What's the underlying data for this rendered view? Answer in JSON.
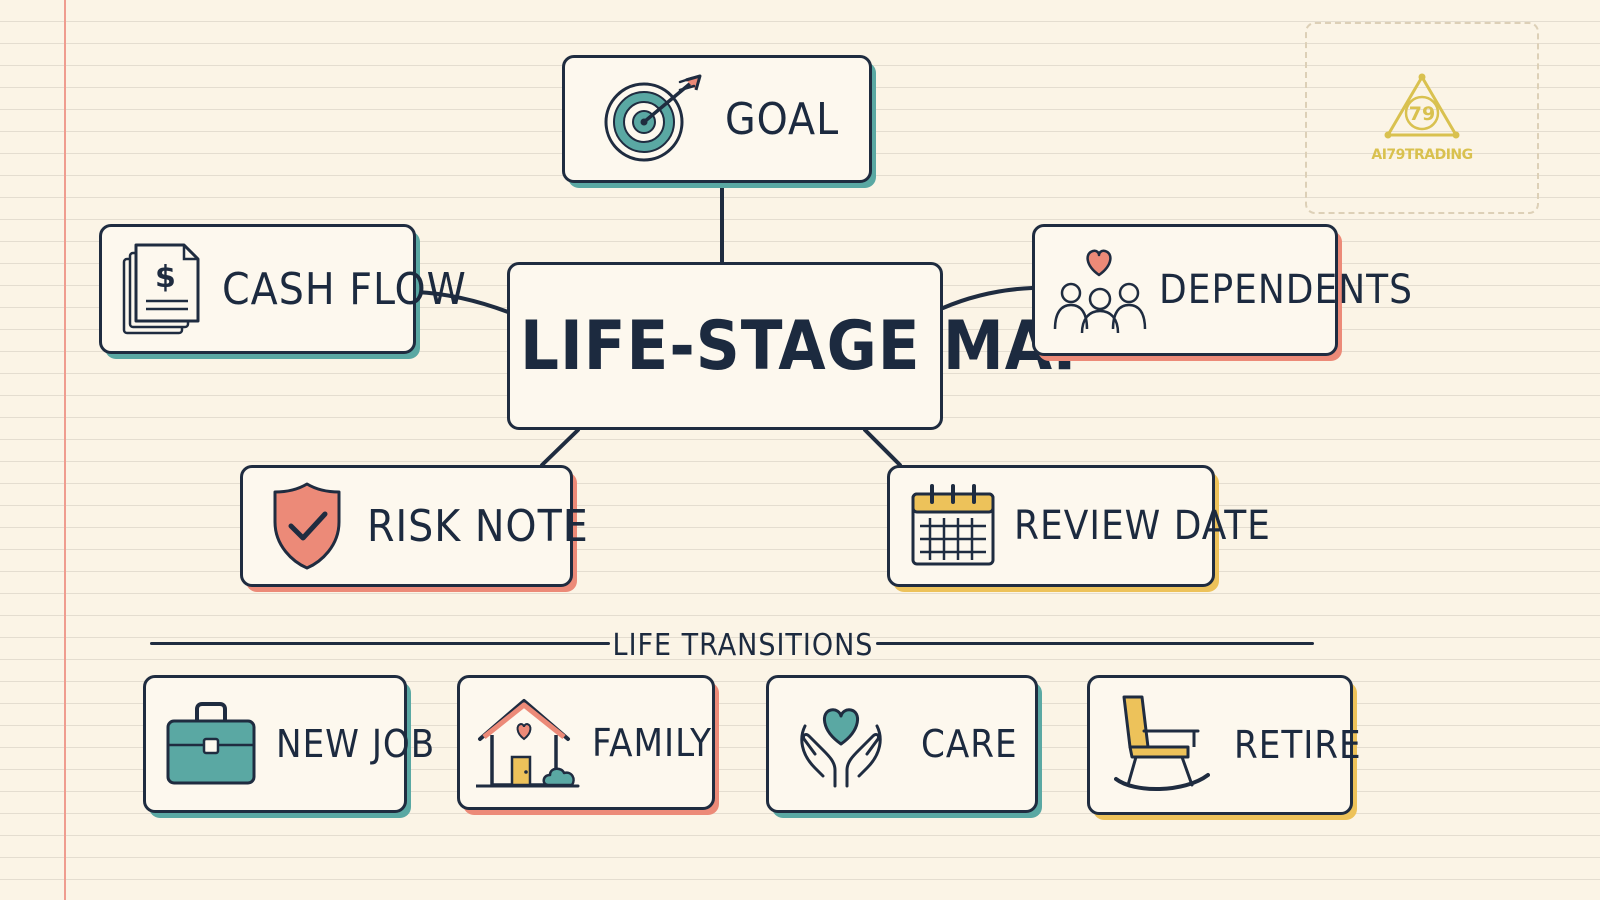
{
  "diagram": {
    "center": {
      "label": "LIFE-STAGE MAP"
    },
    "branches": [
      {
        "id": "goal",
        "label": "GOAL",
        "icon": "target-icon",
        "accent": "#5aa8a3"
      },
      {
        "id": "cash_flow",
        "label": "CASH FLOW",
        "icon": "document-dollar-icon",
        "accent": "#5aa8a3"
      },
      {
        "id": "dependents",
        "label": "DEPENDENTS",
        "icon": "people-heart-icon",
        "accent": "#ec8a78"
      },
      {
        "id": "risk_note",
        "label": "RISK NOTE",
        "icon": "shield-check-icon",
        "accent": "#ec8a78"
      },
      {
        "id": "review_date",
        "label": "REVIEW DATE",
        "icon": "calendar-icon",
        "accent": "#edc25a"
      }
    ]
  },
  "transitions": {
    "title": "LIFE TRANSITIONS",
    "items": [
      {
        "label": "NEW JOB",
        "icon": "briefcase-icon",
        "accent": "#5aa8a3"
      },
      {
        "label": "FAMILY",
        "icon": "house-heart-icon",
        "accent": "#ec8a78"
      },
      {
        "label": "CARE",
        "icon": "hands-heart-icon",
        "accent": "#5aa8a3"
      },
      {
        "label": "RETIRE",
        "icon": "rocking-chair-icon",
        "accent": "#edc25a"
      }
    ]
  },
  "watermark": {
    "text": "AI79TRADING",
    "mark_text": "79",
    "color": "#d9c14f"
  },
  "colors": {
    "ink": "#1f2c40",
    "paper": "#fbf4e6",
    "teal": "#5aa8a3",
    "coral": "#ec8a78",
    "yellow": "#edc25a",
    "margin_line": "#ef9c8f"
  }
}
